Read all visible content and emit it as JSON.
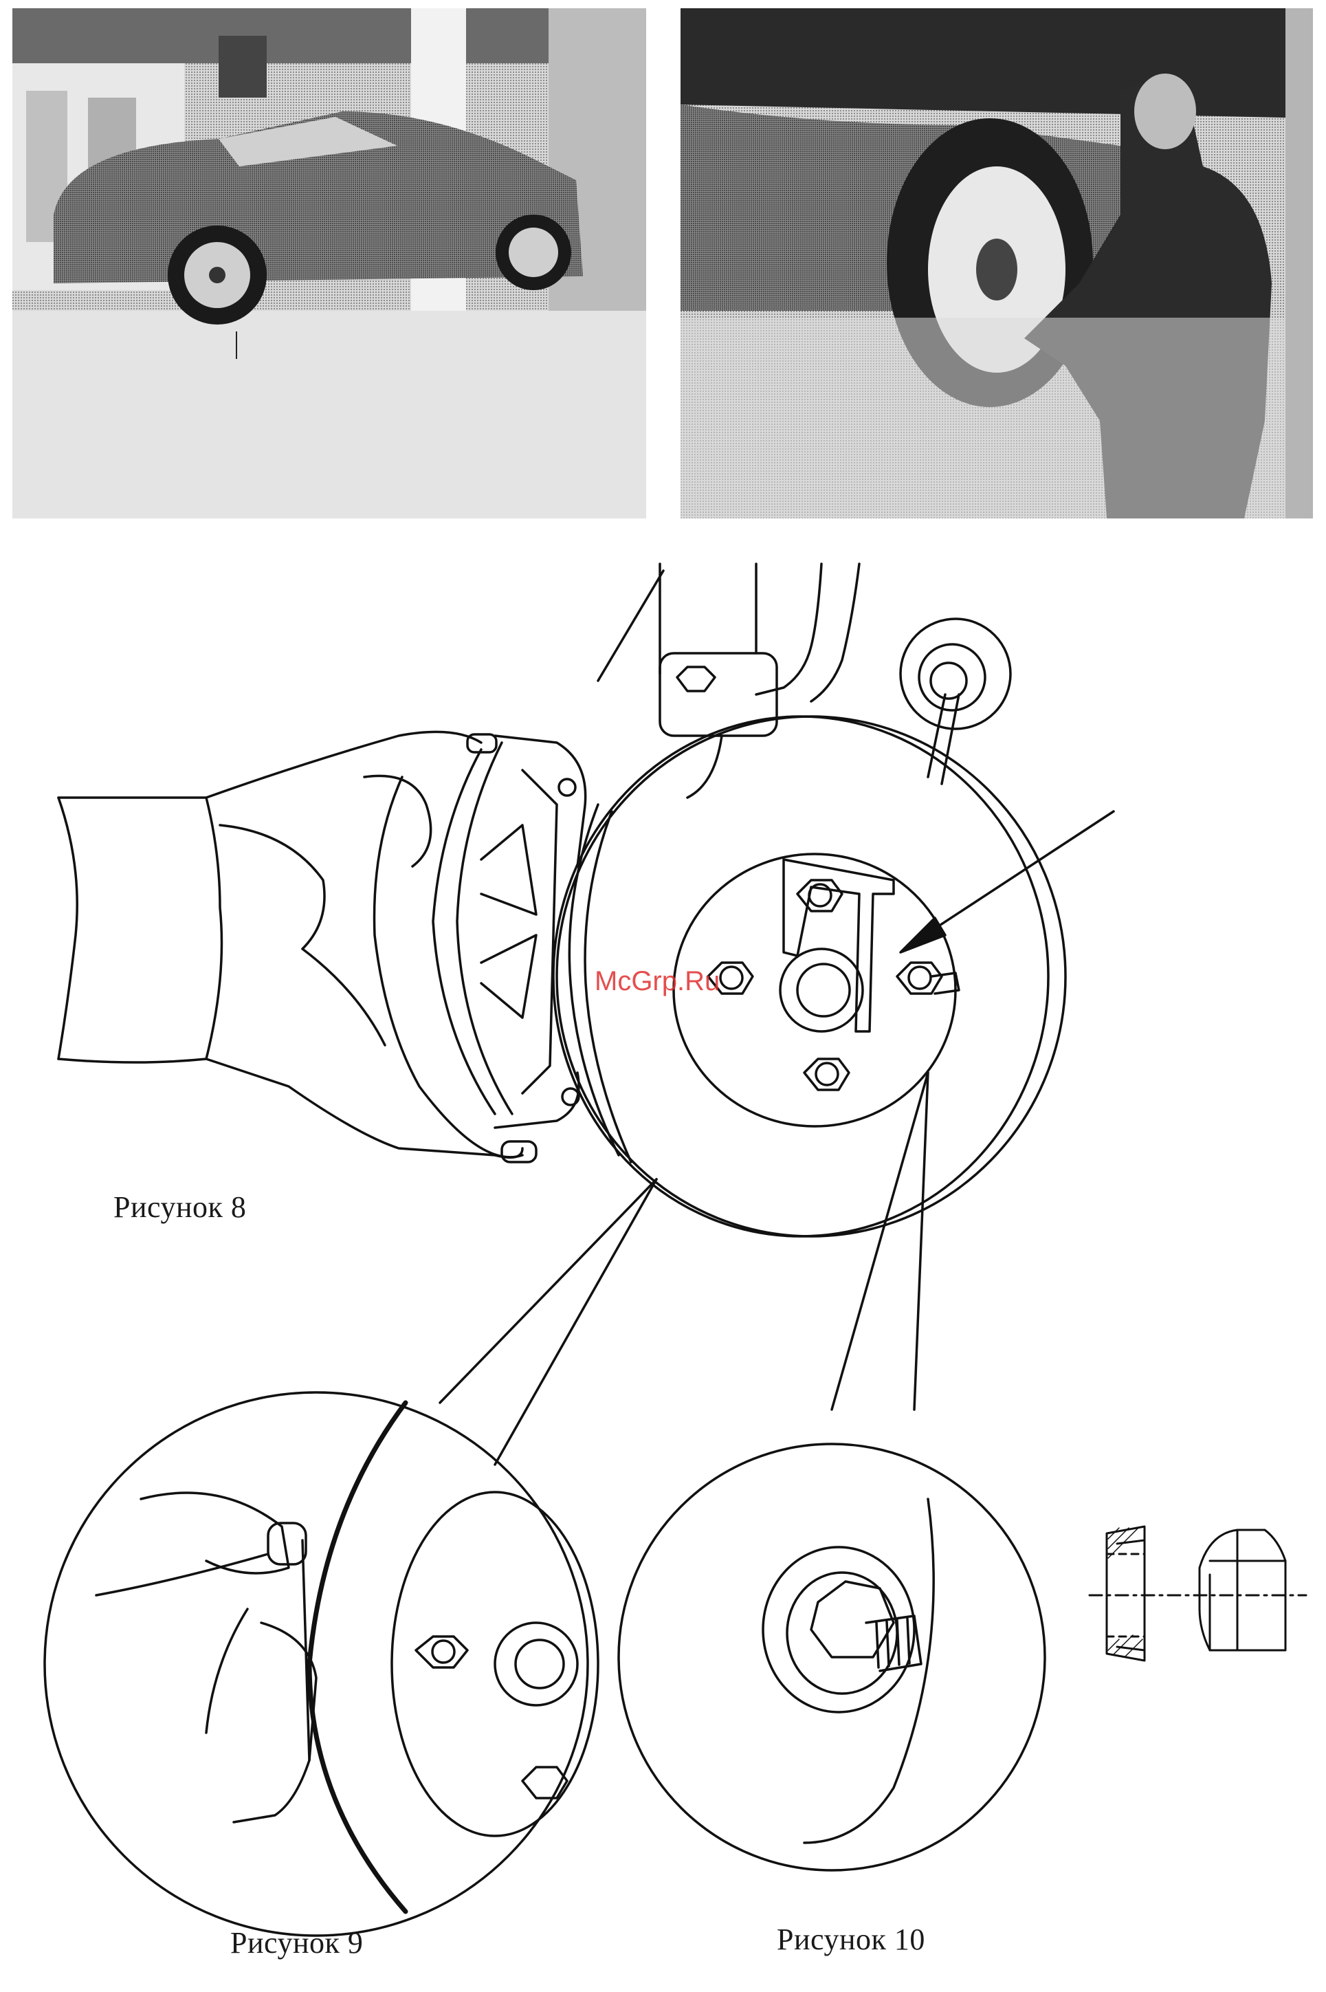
{
  "figures": {
    "fig8_caption": "Рисунок 8",
    "fig9_caption": "Рисунок 9",
    "fig10_caption": "Рисунок 10"
  },
  "watermark": "McGrp.Ru",
  "colors": {
    "ink": "#111111",
    "paper": "#ffffff",
    "watermark": "#e03030",
    "photo_mid": "#9a9a9a"
  }
}
